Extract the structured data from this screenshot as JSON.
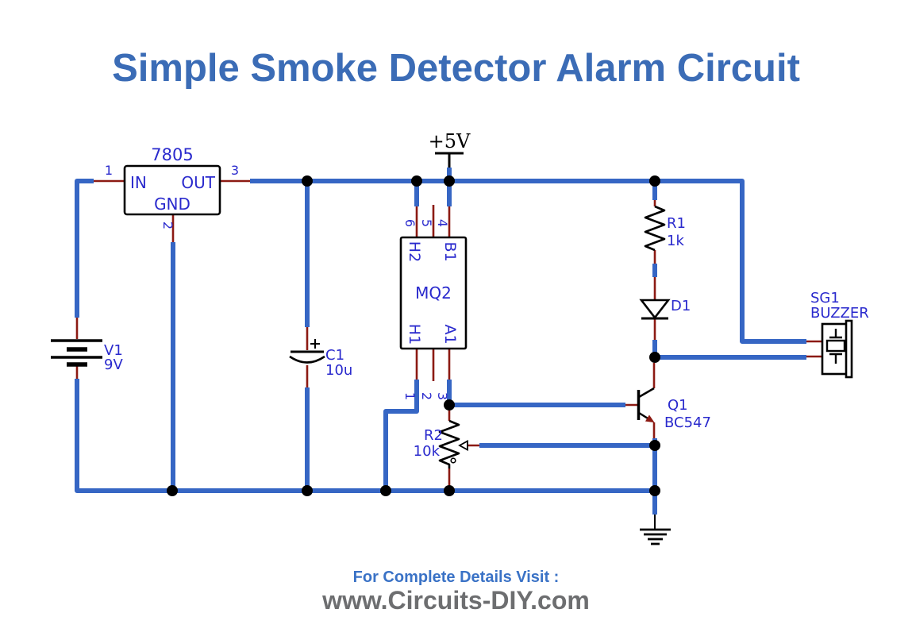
{
  "title": "Simple Smoke Detector Alarm Circuit",
  "footer": {
    "visit_text": "For Complete Details Visit :",
    "site_text": "www.Circuits-DIY.com"
  },
  "colors": {
    "wire_blue": "#3666c4",
    "pin_stub_maroon": "#8c1a13",
    "label_blue": "#2a2acd",
    "title_blue": "#3b6cb6",
    "footer_gray": "#6d6e70",
    "symbol_black": "#000000"
  },
  "power_rail": {
    "label": "+5V"
  },
  "components": {
    "regulator": {
      "part": "7805",
      "pin_in": "IN",
      "pin_out": "OUT",
      "pin_gnd": "GND",
      "pin_numbers": {
        "in": "1",
        "gnd": "2",
        "out": "3"
      }
    },
    "battery": {
      "ref": "V1",
      "value": "9V"
    },
    "capacitor": {
      "ref": "C1",
      "value": "10u",
      "polarity": "+"
    },
    "sensor": {
      "part": "MQ2",
      "pin_names": {
        "h2": "H2",
        "b1": "B1",
        "h1": "H1",
        "a1": "A1"
      },
      "pin_numbers": {
        "top": [
          "6",
          "5",
          "4"
        ],
        "bottom": [
          "1",
          "2",
          "3"
        ]
      }
    },
    "resistor_r1": {
      "ref": "R1",
      "value": "1k"
    },
    "diode": {
      "ref": "D1"
    },
    "potentiometer": {
      "ref": "R2",
      "value": "10k"
    },
    "transistor": {
      "ref": "Q1",
      "value": "BC547"
    },
    "buzzer": {
      "ref": "SG1",
      "value": "BUZZER"
    }
  }
}
